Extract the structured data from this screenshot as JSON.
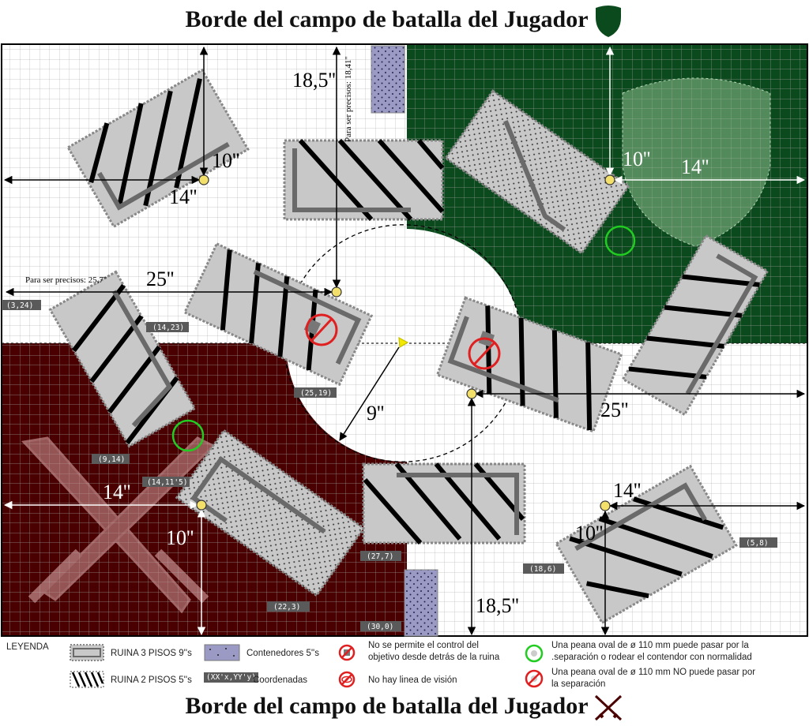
{
  "page": {
    "title_top": "Borde del campo de batalla del Jugador",
    "title_bottom": "Borde del campo de batalla del Jugador"
  },
  "colors": {
    "player_green": "#0b4a1c",
    "player_red": "#4a0000",
    "ruin_fill": "#c8c8c8",
    "ruin_wall": "#6a6a6a",
    "container": "#9a9ac4",
    "objective": "#f2e06a",
    "ok_circle": "#22cc22",
    "no_circle": "#e02020"
  },
  "measurements": {
    "top_left_10": "10''",
    "top_left_14": "14''",
    "mid_left_25": "25''",
    "mid_left_precise": "Para ser precisos: 25,7''",
    "top_mid_18": "18,5''",
    "top_mid_precise": "Para ser precisos: 18,41''",
    "top_right_10": "10''",
    "top_right_14": "14''",
    "center_9": "9''",
    "mid_right_25": "25''",
    "bottom_left_14": "14''",
    "bottom_left_10": "10''",
    "bottom_mid_18": "18,5''",
    "bottom_right_14": "14''",
    "bottom_right_10": "10''"
  },
  "coordinates": [
    "(3,24)",
    "(14,23)",
    "(25,19)",
    "(9,14)",
    "(14,11'5)",
    "(22,3)",
    "(27,7)",
    "(30,0)",
    "(18,6)",
    "(5,8)"
  ],
  "legend": {
    "title": "LEYENDA",
    "ruin3": "RUINA 3 PISOS 9''s",
    "ruin2": "RUINA 2 PISOS 5''s",
    "containers": "Contenedores 5''s",
    "coords_sample": "(XX'x,YY'y)",
    "coords": "Coordenadas",
    "no_control_1": "No se permite el control del",
    "no_control_2": "objetivo desde detrás de la ruina",
    "no_los": "No hay linea de visión",
    "oval_ok_1": "Una peana oval de ø 110 mm puede pasar por la",
    "oval_ok_2": ".separación o rodear el contendor con normalidad",
    "oval_no_1": "Una peana oval de ø 110 mm NO puede pasar por",
    "oval_no_2": "la separación"
  }
}
